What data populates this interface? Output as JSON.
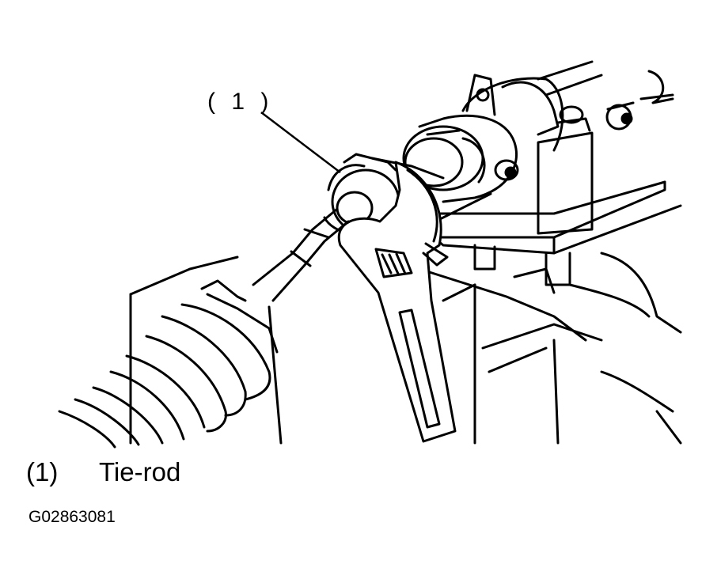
{
  "diagram": {
    "callout": {
      "label": "( 1 )"
    },
    "legend": {
      "number": "(1)",
      "text": "Tie-rod"
    },
    "figure_code": "G02863081"
  }
}
